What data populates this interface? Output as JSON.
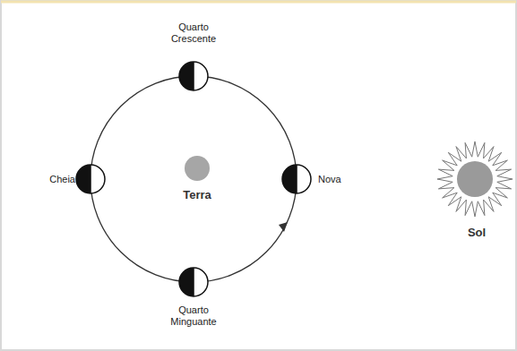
{
  "diagram": {
    "labels": [
      "Quarto Crescente",
      "Cheia",
      "Terra",
      "Nova",
      "Sol",
      "Quarto Minguante"
    ]
  }
}
